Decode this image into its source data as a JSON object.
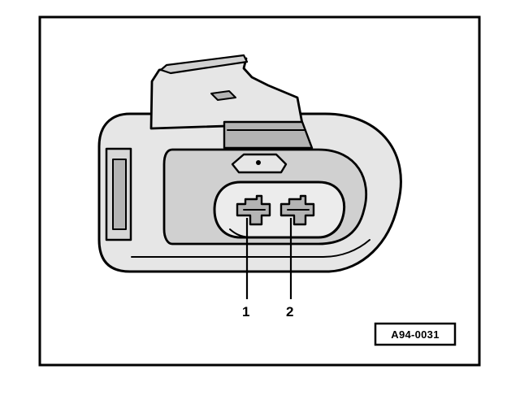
{
  "figure": {
    "pins": [
      {
        "label": "1"
      },
      {
        "label": "2"
      }
    ],
    "reference_code": "A94-0031",
    "colors": {
      "ink": "#000000",
      "body_fill": "#e6e6e6",
      "dark_fill": "#b4b4b4",
      "paper": "#ffffff"
    }
  }
}
